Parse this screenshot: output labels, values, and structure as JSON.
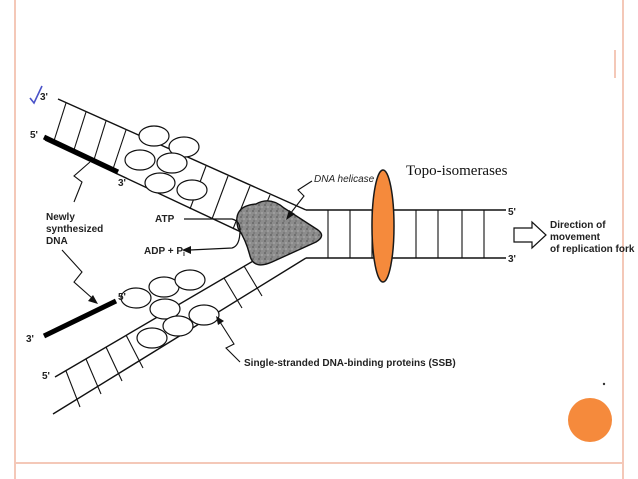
{
  "labels": {
    "strand_top_3": "3'",
    "strand_top_5": "5'",
    "new_top_3": "3'",
    "new_bottom_5": "5'",
    "strand_bottom_3": "3'",
    "strand_bottom_5": "5'",
    "right_5": "5'",
    "right_3": "3'",
    "newly_line1": "Newly",
    "newly_line2": "synthesized",
    "newly_line3": "DNA",
    "atp": "ATP",
    "adp_main": "ADP + P",
    "adp_sub": "i",
    "helicase": "DNA helicase",
    "topo": "Topo-isomerases",
    "direction_line1": "Direction of",
    "direction_line2": "movement",
    "direction_line3": "of replication fork",
    "ssb": "Single-stranded DNA-binding proteins (SSB)"
  },
  "colors": {
    "accent_orange": "#f58a3c",
    "frame_pink": "#f4c8b8",
    "helicase_fill": "#8c8c8c",
    "check_blue": "#4a52c8"
  }
}
